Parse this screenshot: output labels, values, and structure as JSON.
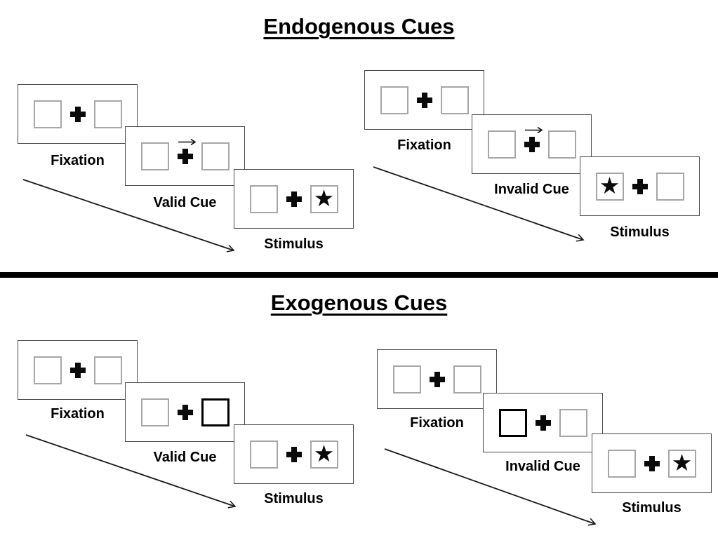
{
  "sections": [
    {
      "title": "Endogenous Cues",
      "groups": [
        {
          "name": "valid-cue-trial",
          "panels": [
            {
              "label": "Fixation",
              "type": "fixation"
            },
            {
              "label": "Valid Cue",
              "type": "endogenous-cue",
              "cue": "central-arrow-pointing-right"
            },
            {
              "label": "Stimulus",
              "type": "stimulus",
              "star_position": "right"
            }
          ]
        },
        {
          "name": "invalid-cue-trial",
          "panels": [
            {
              "label": "Fixation",
              "type": "fixation"
            },
            {
              "label": "Invalid Cue",
              "type": "endogenous-cue",
              "cue": "central-arrow-pointing-right"
            },
            {
              "label": "Stimulus",
              "type": "stimulus",
              "star_position": "left"
            }
          ]
        }
      ]
    },
    {
      "title": "Exogenous Cues",
      "groups": [
        {
          "name": "valid-cue-trial",
          "panels": [
            {
              "label": "Fixation",
              "type": "fixation"
            },
            {
              "label": "Valid Cue",
              "type": "exogenous-cue",
              "cue": "highlighted-right-box"
            },
            {
              "label": "Stimulus",
              "type": "stimulus",
              "star_position": "right"
            }
          ]
        },
        {
          "name": "invalid-cue-trial",
          "panels": [
            {
              "label": "Fixation",
              "type": "fixation"
            },
            {
              "label": "Invalid Cue",
              "type": "exogenous-cue",
              "cue": "highlighted-left-box"
            },
            {
              "label": "Stimulus",
              "type": "stimulus",
              "star_position": "right"
            }
          ]
        }
      ]
    }
  ],
  "icons": {
    "target_star": "★",
    "fixation_cross": "plus-cross",
    "cue_arrow": "right-arrow",
    "timeline_arrow": "diagonal-down-right-arrow"
  },
  "colors": {
    "background": "#ffffff",
    "ink": "#000000",
    "panel_border": "#4a4a4a",
    "box_border": "#a6a6a6",
    "divider": "#000000"
  }
}
